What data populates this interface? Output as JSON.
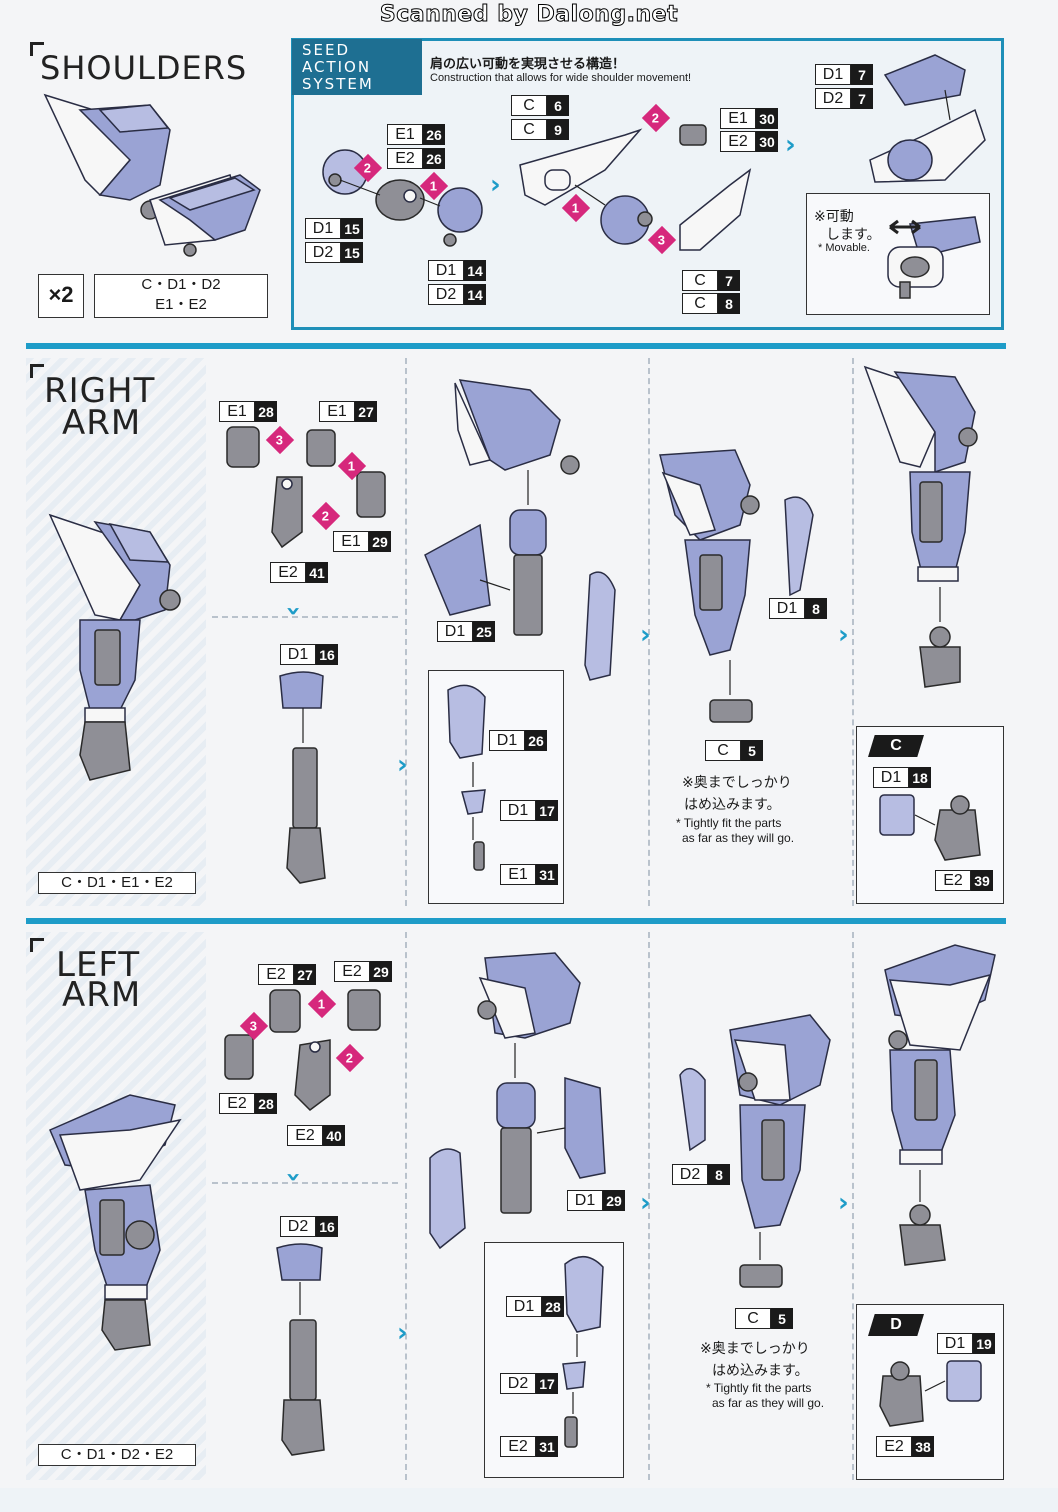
{
  "watermark": "Scanned by Dalong.net",
  "shoulders": {
    "title": "SHOULDERS",
    "multiplier": "×2",
    "runners": "C・D1・D2\nE1・E2",
    "runners_line1": "C・D1・D2",
    "runners_line2": "E1・E2",
    "seed_label_1": "SEED",
    "seed_label_2": "ACTION",
    "seed_label_3": "SYSTEM",
    "seed_jp": "肩の広い可動を実現させる構造！",
    "seed_en": "Construction that allows for wide shoulder movement!",
    "step1_parts": [
      {
        "r": "E1",
        "n": "26"
      },
      {
        "r": "E2",
        "n": "26"
      },
      {
        "r": "D1",
        "n": "15"
      },
      {
        "r": "D2",
        "n": "15"
      },
      {
        "r": "D1",
        "n": "14"
      },
      {
        "r": "D2",
        "n": "14"
      }
    ],
    "step2_parts": [
      {
        "r": "C",
        "n": "6"
      },
      {
        "r": "C",
        "n": "9"
      },
      {
        "r": "E1",
        "n": "30"
      },
      {
        "r": "E2",
        "n": "30"
      },
      {
        "r": "C",
        "n": "7"
      },
      {
        "r": "C",
        "n": "8"
      }
    ],
    "step3_parts": [
      {
        "r": "D1",
        "n": "7"
      },
      {
        "r": "D2",
        "n": "7"
      }
    ],
    "movable_jp_1": "※可動",
    "movable_jp_2": "します。",
    "movable_en": "* Movable."
  },
  "right_arm": {
    "title_1": "RIGHT",
    "title_2": "ARM",
    "runners": "C・D1・E1・E2",
    "parts": [
      {
        "r": "E1",
        "n": "28"
      },
      {
        "r": "E1",
        "n": "27"
      },
      {
        "r": "E1",
        "n": "29"
      },
      {
        "r": "E2",
        "n": "41"
      },
      {
        "r": "D1",
        "n": "16"
      },
      {
        "r": "D1",
        "n": "25"
      },
      {
        "r": "D1",
        "n": "26"
      },
      {
        "r": "D1",
        "n": "17"
      },
      {
        "r": "E1",
        "n": "31"
      },
      {
        "r": "D1",
        "n": "8"
      },
      {
        "r": "C",
        "n": "5"
      },
      {
        "r": "D1",
        "n": "18"
      },
      {
        "r": "E2",
        "n": "39"
      }
    ],
    "fit_jp_1": "※奥までしっかり",
    "fit_jp_2": "はめ込みます。",
    "fit_en_1": "* Tightly fit the parts",
    "fit_en_2": "as far as they will go.",
    "mark": "C"
  },
  "left_arm": {
    "title_1": "LEFT",
    "title_2": "ARM",
    "runners": "C・D1・D2・E2",
    "parts": [
      {
        "r": "E2",
        "n": "27"
      },
      {
        "r": "E2",
        "n": "29"
      },
      {
        "r": "E2",
        "n": "28"
      },
      {
        "r": "E2",
        "n": "40"
      },
      {
        "r": "D2",
        "n": "16"
      },
      {
        "r": "D1",
        "n": "29"
      },
      {
        "r": "D1",
        "n": "28"
      },
      {
        "r": "D2",
        "n": "17"
      },
      {
        "r": "E2",
        "n": "31"
      },
      {
        "r": "D2",
        "n": "8"
      },
      {
        "r": "C",
        "n": "5"
      },
      {
        "r": "D1",
        "n": "19"
      },
      {
        "r": "E2",
        "n": "38"
      }
    ],
    "fit_jp_1": "※奥までしっかり",
    "fit_jp_2": "はめ込みます。",
    "fit_en_1": "* Tightly fit the parts",
    "fit_en_2": "as far as they will go.",
    "mark": "D"
  },
  "step_numbers": [
    "1",
    "2",
    "3"
  ],
  "colors": {
    "accent": "#1e9cc8",
    "step_pink": "#d6287c",
    "part_blue": "#9aa3d4"
  }
}
